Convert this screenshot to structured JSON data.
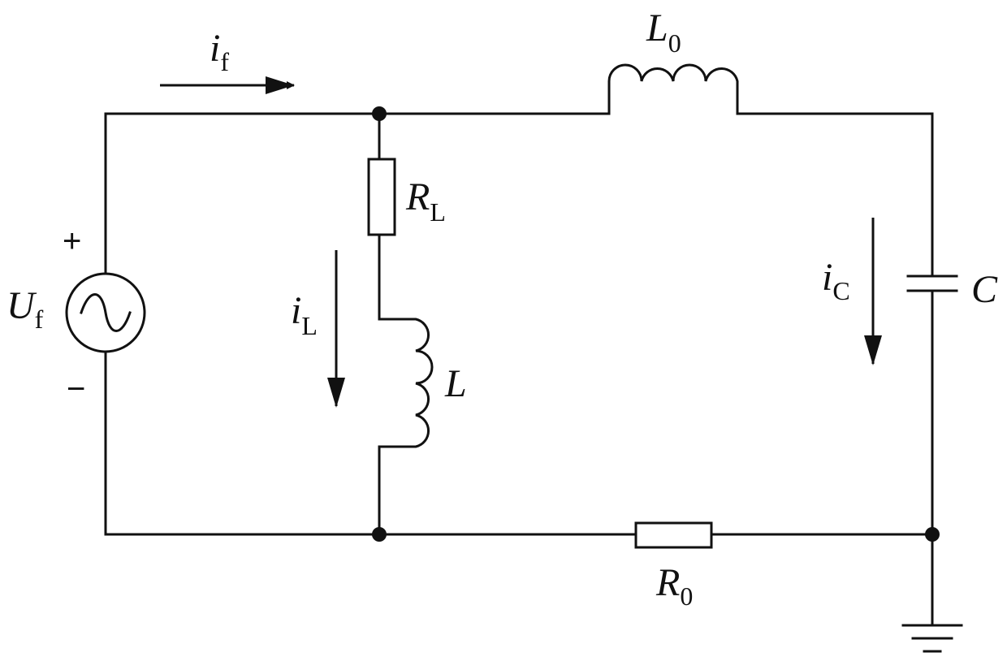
{
  "labels": {
    "source": {
      "main": "U",
      "sub": "f"
    },
    "source_plus": "+",
    "source_minus": "−",
    "current_f": {
      "main": "i",
      "sub": "f"
    },
    "current_L": {
      "main": "i",
      "sub": "L"
    },
    "current_C": {
      "main": "i",
      "sub": "C"
    },
    "resistor_RL": {
      "main": "R",
      "sub": "L"
    },
    "inductor_L": {
      "main": "L"
    },
    "inductor_L0": {
      "main": "L",
      "sub": "0"
    },
    "capacitor_C": {
      "main": "C"
    },
    "resistor_R0": {
      "main": "R",
      "sub": "0"
    }
  }
}
